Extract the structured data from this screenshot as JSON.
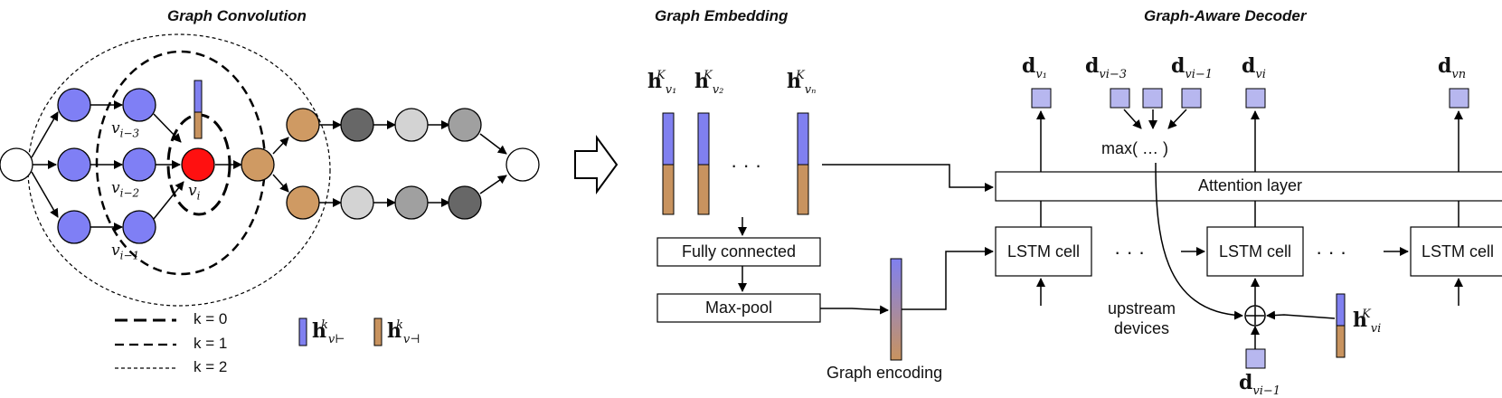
{
  "titles": {
    "graph_convolution": "Graph Convolution",
    "graph_embedding": "Graph Embedding",
    "decoder": "Graph-Aware Decoder"
  },
  "node_labels": {
    "vi_minus_3": "v",
    "vi_minus_3_sub": "i−3",
    "vi_minus_2": "v",
    "vi_minus_2_sub": "i−2",
    "vi_minus_1": "v",
    "vi_minus_1_sub": "i−1",
    "vi": "v",
    "vi_sub": "i"
  },
  "legend": {
    "k0": "k = 0",
    "k1": "k = 1",
    "k2": "k = 2",
    "h_first_base": "h",
    "h_first_sup": "k",
    "h_first_sub": "v⊢",
    "h_second_base": "h",
    "h_second_sup": "k",
    "h_second_sub": "v⊣"
  },
  "embedding": {
    "h1_base": "h",
    "h1_sup": "K",
    "h1_sub": "v₁",
    "h2_base": "h",
    "h2_sup": "K",
    "h2_sub": "v₂",
    "hn_base": "h",
    "hn_sup": "K",
    "hn_sub": "vₙ",
    "dots": "· · ·",
    "fully_connected": "Fully connected",
    "max_pool": "Max-pool",
    "graph_encoding": "Graph encoding"
  },
  "decoder": {
    "attention_layer": "Attention layer",
    "lstm_cell_1": "LSTM cell",
    "lstm_cell_2": "LSTM cell",
    "lstm_cell_3": "LSTM cell",
    "dots_1": "· · ·",
    "dots_2": "· · ·",
    "max_label": "max( … )",
    "upstream_devices": "upstream\ndevices",
    "plus": "⊕",
    "d_v1_base": "d",
    "d_v1_sub": "v₁",
    "d_vi3_base": "d",
    "d_vi3_sub": "vi−3",
    "d_vi1_top_base": "d",
    "d_vi1_top_sub": "vi−1",
    "d_vi_base": "d",
    "d_vi_sub": "vi",
    "d_vn_base": "d",
    "d_vn_sub": "vn",
    "d_vi1_bottom_base": "d",
    "d_vi1_bottom_sub": "vi−1",
    "h_vi_base": "h",
    "h_vi_sup": "K",
    "h_vi_sub": "vi"
  },
  "colors": {
    "blue_node": "#7f7ff5",
    "red_node": "#ff1010",
    "tan_node": "#cf9a63",
    "dark_gray": "#676767",
    "mid_gray": "#a0a0a0",
    "light_gray": "#d3d3d3",
    "white_node": "#ffffff",
    "embed_blue": "#8080f0",
    "embed_tan": "#c8935f",
    "small_square": "#b7b7ef"
  }
}
